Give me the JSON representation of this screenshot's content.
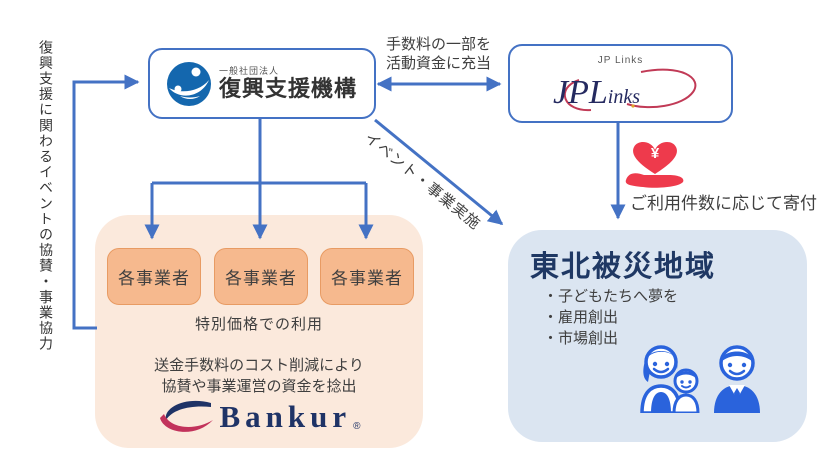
{
  "colors": {
    "arrow_blue": "#4472C4",
    "orange_fill": "#F6B98E",
    "peach_bg": "#FBE9DC",
    "light_blue_bg": "#DBE5F1",
    "title_navy": "#1F3864",
    "text_dark": "#3F3F3F",
    "donation_red": "#EE3A4C",
    "people_blue": "#2A63DC",
    "fukko_logo_blue": "#1467AE",
    "bankur_navy": "#1F3366",
    "bankur_red": "#C2325B"
  },
  "left_note": {
    "text": "復興支援に関わるイベントの協賛・事業協力"
  },
  "fukko": {
    "org_type": "一般社団法人",
    "name": "復興支援機構"
  },
  "jplinks": {
    "caption": "JP Links",
    "logo_main": "JPL",
    "logo_tail": "inks"
  },
  "fee_label": {
    "line1": "手数料の一部を",
    "line2": "活動資金に充当"
  },
  "event_label": {
    "text": "イベント・事業実施"
  },
  "donation": {
    "label": "ご利用件数に応じて寄付",
    "yen": "¥"
  },
  "partners": {
    "box1": "各事業者",
    "box2": "各事業者",
    "box3": "各事業者",
    "benefit": "特別価格での利用",
    "desc1": "送金手数料のコスト削減により",
    "desc2": "協賛や事業運営の資金を捻出",
    "brand": "Bankur",
    "reg_mark": "®"
  },
  "tohoku": {
    "title": "東北被災地域",
    "bullets": [
      "・子どもたちへ夢を",
      "・雇用創出",
      "・市場創出"
    ]
  }
}
